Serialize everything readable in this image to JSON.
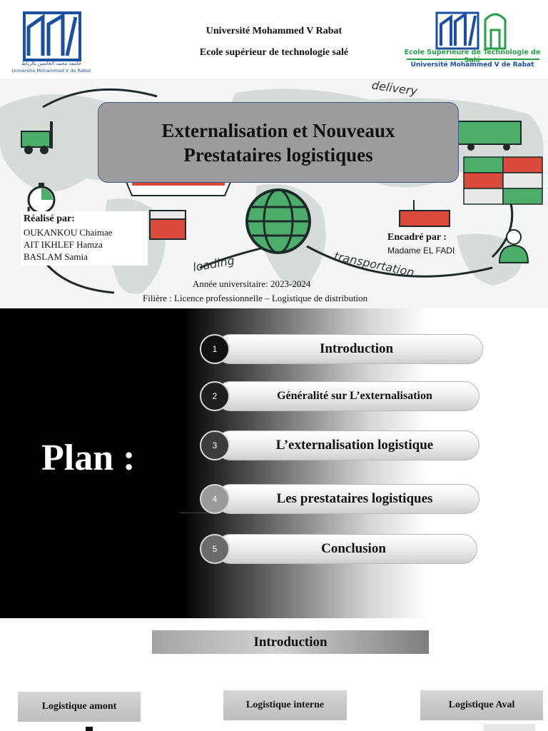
{
  "cover": {
    "university": "Université Mohammed V Rabat",
    "school": "Ecole supérieur de technologie salé",
    "logo_left": {
      "caption_ar": "جامعة محمد الخامس بالرباط",
      "caption_fr": "Université Mohammed V de Rabat"
    },
    "logo_right": {
      "line1": "Ecole Supérieure de Technologie de Salé",
      "line2": "Université Mohammed V de Rabat"
    },
    "title": "Externalisation et Nouveaux\nPrestataires logistiques",
    "map_words": [
      "delivery",
      "loading",
      "transportation"
    ],
    "realise_par_label": "Réalisé par:",
    "students": [
      "OUKANKOU Chaimae",
      "AIT IKHLEF Hamza",
      "BASLAM Samia"
    ],
    "encadre_label": "Encadré par :",
    "encadrant": "Madame EL  FADI",
    "annee": "Année universitaire: 2023-2024",
    "filiere": "Filière : Licence professionnelle – Logistique de distribution",
    "colors": {
      "title_box": "#9c9c9c",
      "border": "#3d5a8a",
      "logo_blue": "#1b4fa0",
      "logo_green": "#2a9d48"
    }
  },
  "plan": {
    "title": "Plan :",
    "items": [
      {
        "num": "1",
        "label": "Introduction",
        "circle_color": "#111111"
      },
      {
        "num": "2",
        "label": "Généralité sur L’externalisation",
        "circle_color": "#1e1e1e"
      },
      {
        "num": "3",
        "label": "L’externalisation logistique",
        "circle_color": "#3c3c3c"
      },
      {
        "num": "4",
        "label": "Les prestataires logistiques",
        "circle_color": "#9a9a9a"
      },
      {
        "num": "5",
        "label": "Conclusion",
        "circle_color": "#6a6a6a"
      }
    ]
  },
  "intro": {
    "title": "Introduction",
    "boxes": [
      "Logistique amont",
      "Logistique interne",
      "Logistique Aval"
    ]
  }
}
